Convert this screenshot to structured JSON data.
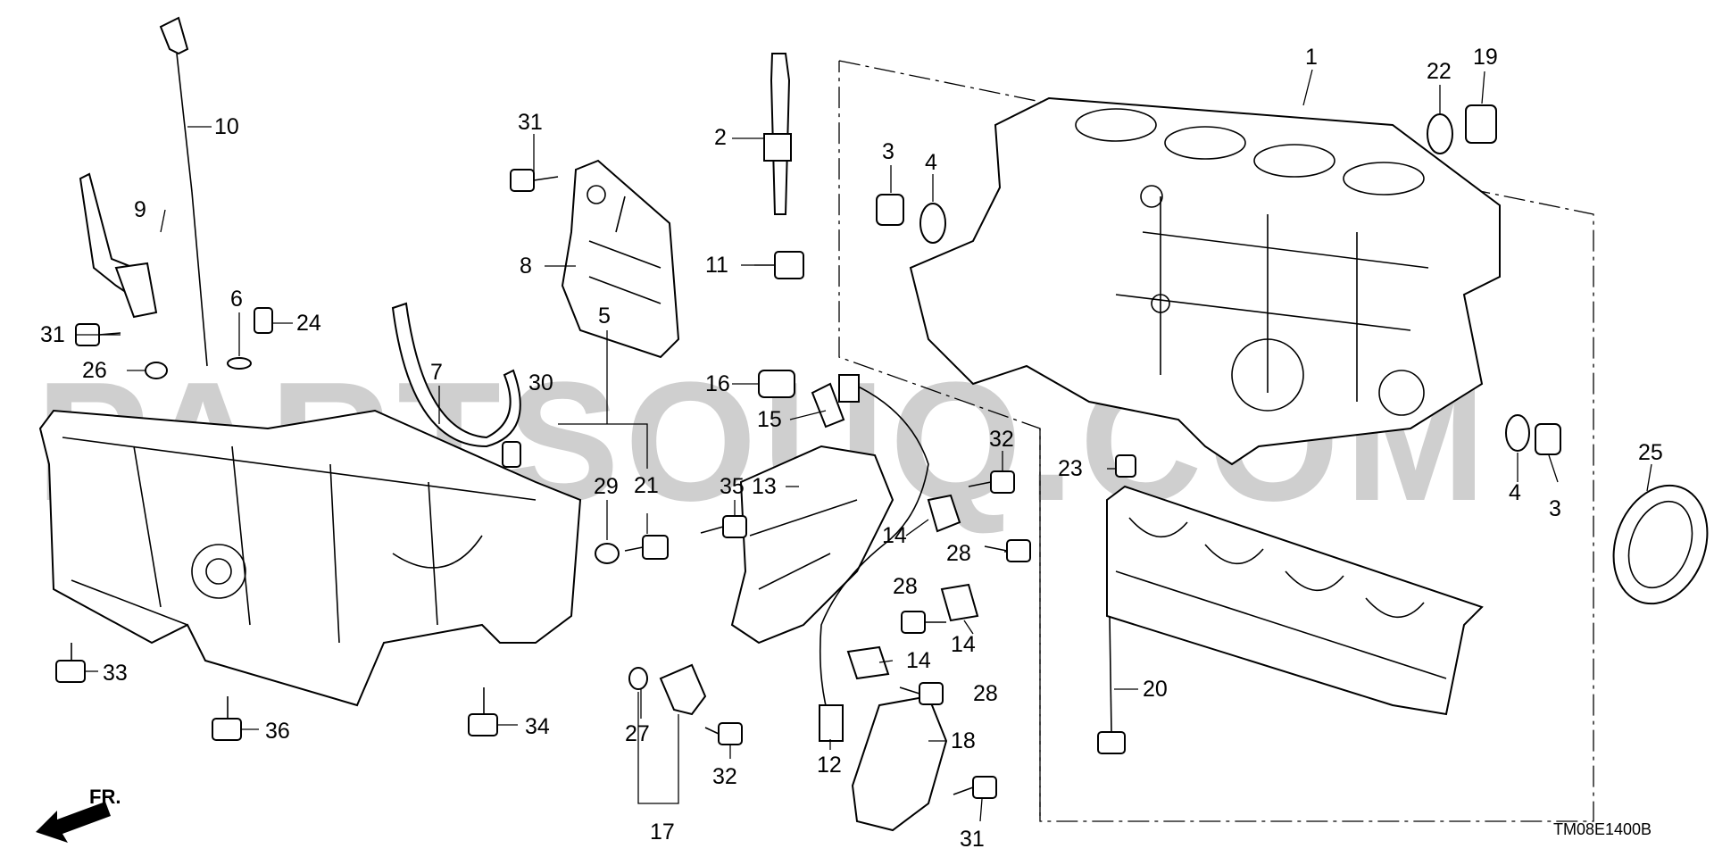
{
  "diagram": {
    "watermark": "PARTSOUQ.COM",
    "diagram_code": "TM08E1400B",
    "direction_label": "FR.",
    "callouts": [
      {
        "id": "c1",
        "label": "1"
      },
      {
        "id": "c2",
        "label": "2"
      },
      {
        "id": "c3a",
        "label": "3"
      },
      {
        "id": "c3b",
        "label": "3"
      },
      {
        "id": "c4a",
        "label": "4"
      },
      {
        "id": "c4b",
        "label": "4"
      },
      {
        "id": "c5",
        "label": "5"
      },
      {
        "id": "c6",
        "label": "6"
      },
      {
        "id": "c7",
        "label": "7"
      },
      {
        "id": "c8",
        "label": "8"
      },
      {
        "id": "c9",
        "label": "9"
      },
      {
        "id": "c10",
        "label": "10"
      },
      {
        "id": "c11",
        "label": "11"
      },
      {
        "id": "c12",
        "label": "12"
      },
      {
        "id": "c13",
        "label": "13"
      },
      {
        "id": "c14a",
        "label": "14"
      },
      {
        "id": "c14b",
        "label": "14"
      },
      {
        "id": "c14c",
        "label": "14"
      },
      {
        "id": "c15",
        "label": "15"
      },
      {
        "id": "c16",
        "label": "16"
      },
      {
        "id": "c17",
        "label": "17"
      },
      {
        "id": "c18",
        "label": "18"
      },
      {
        "id": "c19",
        "label": "19"
      },
      {
        "id": "c20",
        "label": "20"
      },
      {
        "id": "c21",
        "label": "21"
      },
      {
        "id": "c22",
        "label": "22"
      },
      {
        "id": "c23",
        "label": "23"
      },
      {
        "id": "c24",
        "label": "24"
      },
      {
        "id": "c25",
        "label": "25"
      },
      {
        "id": "c26",
        "label": "26"
      },
      {
        "id": "c27",
        "label": "27"
      },
      {
        "id": "c28a",
        "label": "28"
      },
      {
        "id": "c28b",
        "label": "28"
      },
      {
        "id": "c28c",
        "label": "28"
      },
      {
        "id": "c29",
        "label": "29"
      },
      {
        "id": "c30",
        "label": "30"
      },
      {
        "id": "c31a",
        "label": "31"
      },
      {
        "id": "c31b",
        "label": "31"
      },
      {
        "id": "c31c",
        "label": "31"
      },
      {
        "id": "c32a",
        "label": "32"
      },
      {
        "id": "c32b",
        "label": "32"
      },
      {
        "id": "c33",
        "label": "33"
      },
      {
        "id": "c34",
        "label": "34"
      },
      {
        "id": "c35",
        "label": "35"
      },
      {
        "id": "c36",
        "label": "36"
      }
    ]
  }
}
